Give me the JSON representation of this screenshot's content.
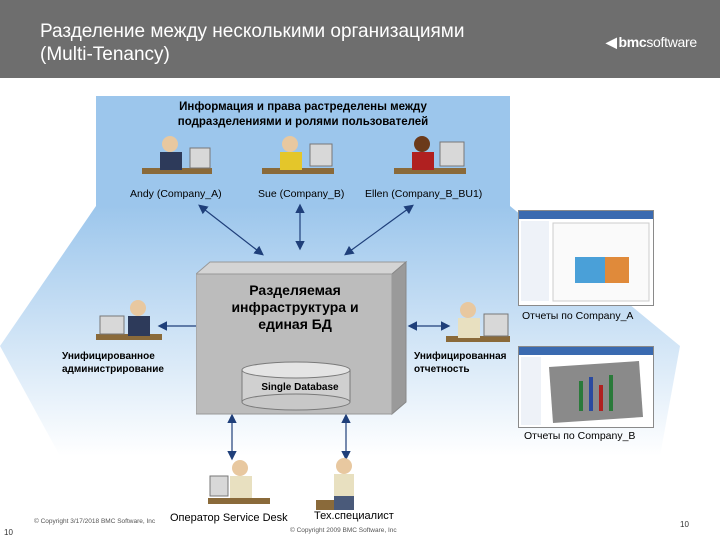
{
  "slide": {
    "title_line1": "Разделение между несколькими организациями",
    "title_line2": "(Multi-Tenancy)",
    "logo_text": "bmc",
    "logo_text2": "software"
  },
  "diagram": {
    "top_caption_line1": "Информация и права растределены между",
    "top_caption_line2": "подразделениями и ролями пользователей",
    "users": [
      "Andy (Company_A)",
      "Sue (Company_B)",
      "Ellen (Company_B_BU1)"
    ],
    "center_line1": "Разделяемая",
    "center_line2": "инфраструктура и",
    "center_line3": "единая БД",
    "database_label": "Single Database",
    "left_label_line1": "Унифицированное",
    "left_label_line2": "администрирование",
    "right_label_line1": "Унифицированная",
    "right_label_line2": "отчетность",
    "report_a": "Отчеты по Company_A",
    "report_b": "Отчеты по Company_B",
    "operator": "Оператор Service Desk",
    "specialist": "Тех.специалист"
  },
  "footer": {
    "copyright_left": "© Copyright 3/17/2018 BMC Software, Inc",
    "copyright_center": "© Copyright 2009 BMC Software, Inc",
    "page_left": "10",
    "page_right": "10"
  },
  "colors": {
    "header": "#6e6e6e",
    "blue": "#9cc6ec",
    "arrow": "#1f3f7a",
    "cube": "#b8b8b8"
  }
}
